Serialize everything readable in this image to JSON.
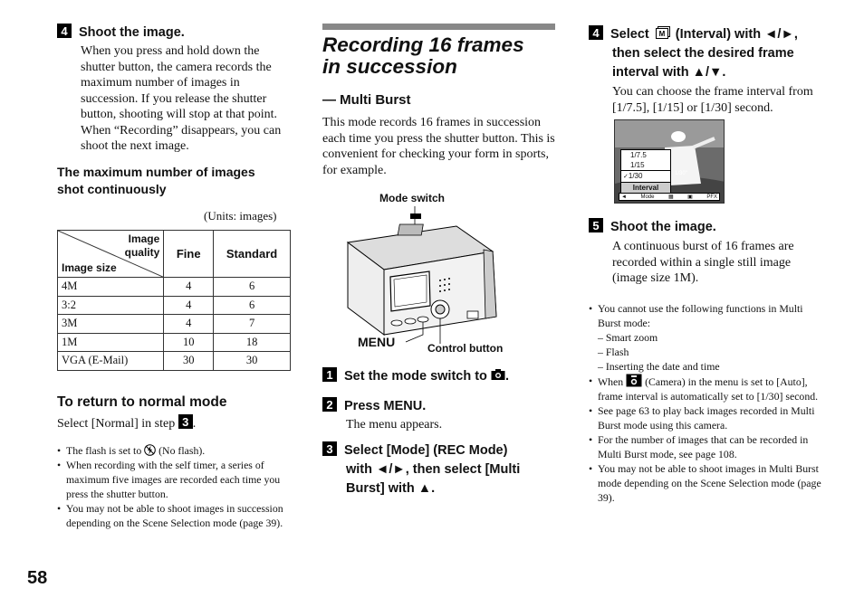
{
  "page_number": "58",
  "left": {
    "step4_num": "4",
    "step4_head": "Shoot the image.",
    "step4_body": "When you press and hold down the shutter button, the camera records the maximum number of images in succession. If you release the shutter button, shooting will stop at that point. When “Recording” disappears, you can shoot the next image.",
    "max_head_l1": "The maximum number of images",
    "max_head_l2": "shot continuously",
    "units": "(Units: images)",
    "table": {
      "corner_top_l1": "Image",
      "corner_top_l2": "quality",
      "corner_bottom": "Image size",
      "col_fine": "Fine",
      "col_standard": "Standard",
      "rows": [
        [
          "4M",
          "4",
          "6"
        ],
        [
          "3:2",
          "4",
          "6"
        ],
        [
          "3M",
          "4",
          "7"
        ],
        [
          "1M",
          "10",
          "18"
        ],
        [
          "VGA (E-Mail)",
          "30",
          "30"
        ]
      ]
    },
    "return_head": "To return to normal mode",
    "return_body": "Select [Normal] in step",
    "return_step": "3",
    "notes": [
      "The flash is set to",
      "(No flash).",
      "When recording with the self timer, a series of maximum five images are recorded each time you press the shutter button.",
      "You may not be able to shoot images in succession depending on the Scene Selection mode (page 39)."
    ]
  },
  "middle": {
    "title_l1": "Recording 16 frames",
    "title_l2": "in succession",
    "subtitle": "— Multi Burst",
    "intro": "This mode records 16 frames in succession each time you press the shutter button. This is convenient for checking your form in sports, for example.",
    "label_mode_switch": "Mode switch",
    "label_menu": "MENU",
    "label_control": "Control button",
    "step1_num": "1",
    "step1_head": "Set the mode switch to",
    "step2_num": "2",
    "step2_head": "Press MENU.",
    "step2_body": "The menu appears.",
    "step3_num": "3",
    "step3_l1": "Select [Mode] (REC Mode)",
    "step3_l2": "with ◄/►, then select [Multi",
    "step3_l3": "Burst] with ▲."
  },
  "right": {
    "step4_num": "4",
    "step4_l1a": "Select",
    "step4_l1b": "(Interval) with ◄/►,",
    "step4_l2": "then select the desired frame",
    "step4_l3": "interval with ▲/▼.",
    "step4_body": "You can choose the frame interval from [1/7.5], [1/15] or [1/30] second.",
    "lcd": {
      "opt1": "1/7.5",
      "opt2": "1/15",
      "opt3": "1/30",
      "menu_label": "Interval",
      "side_value": "1/30\"",
      "bar_mode": "Mode",
      "bar_ppx": "PFX"
    },
    "step5_num": "5",
    "step5_head": "Shoot the image.",
    "step5_body": "A continuous burst of 16 frames are recorded within a single still image (image size 1M).",
    "notes": {
      "n1": "You cannot use the following functions in Multi Burst mode:",
      "n1a": "– Smart zoom",
      "n1b": "– Flash",
      "n1c": "– Inserting the date and time",
      "n2a": "When",
      "n2b": "(Camera) in the menu is set to [Auto], frame interval is automatically set to [1/30] second.",
      "n3": "See page 63 to play back images recorded in Multi Burst mode using this camera.",
      "n4": "For the number of images that can be recorded in Multi Burst mode, see page 108.",
      "n5": "You may not be able to shoot images in Multi Burst mode depending on the Scene Selection mode (page 39)."
    }
  }
}
